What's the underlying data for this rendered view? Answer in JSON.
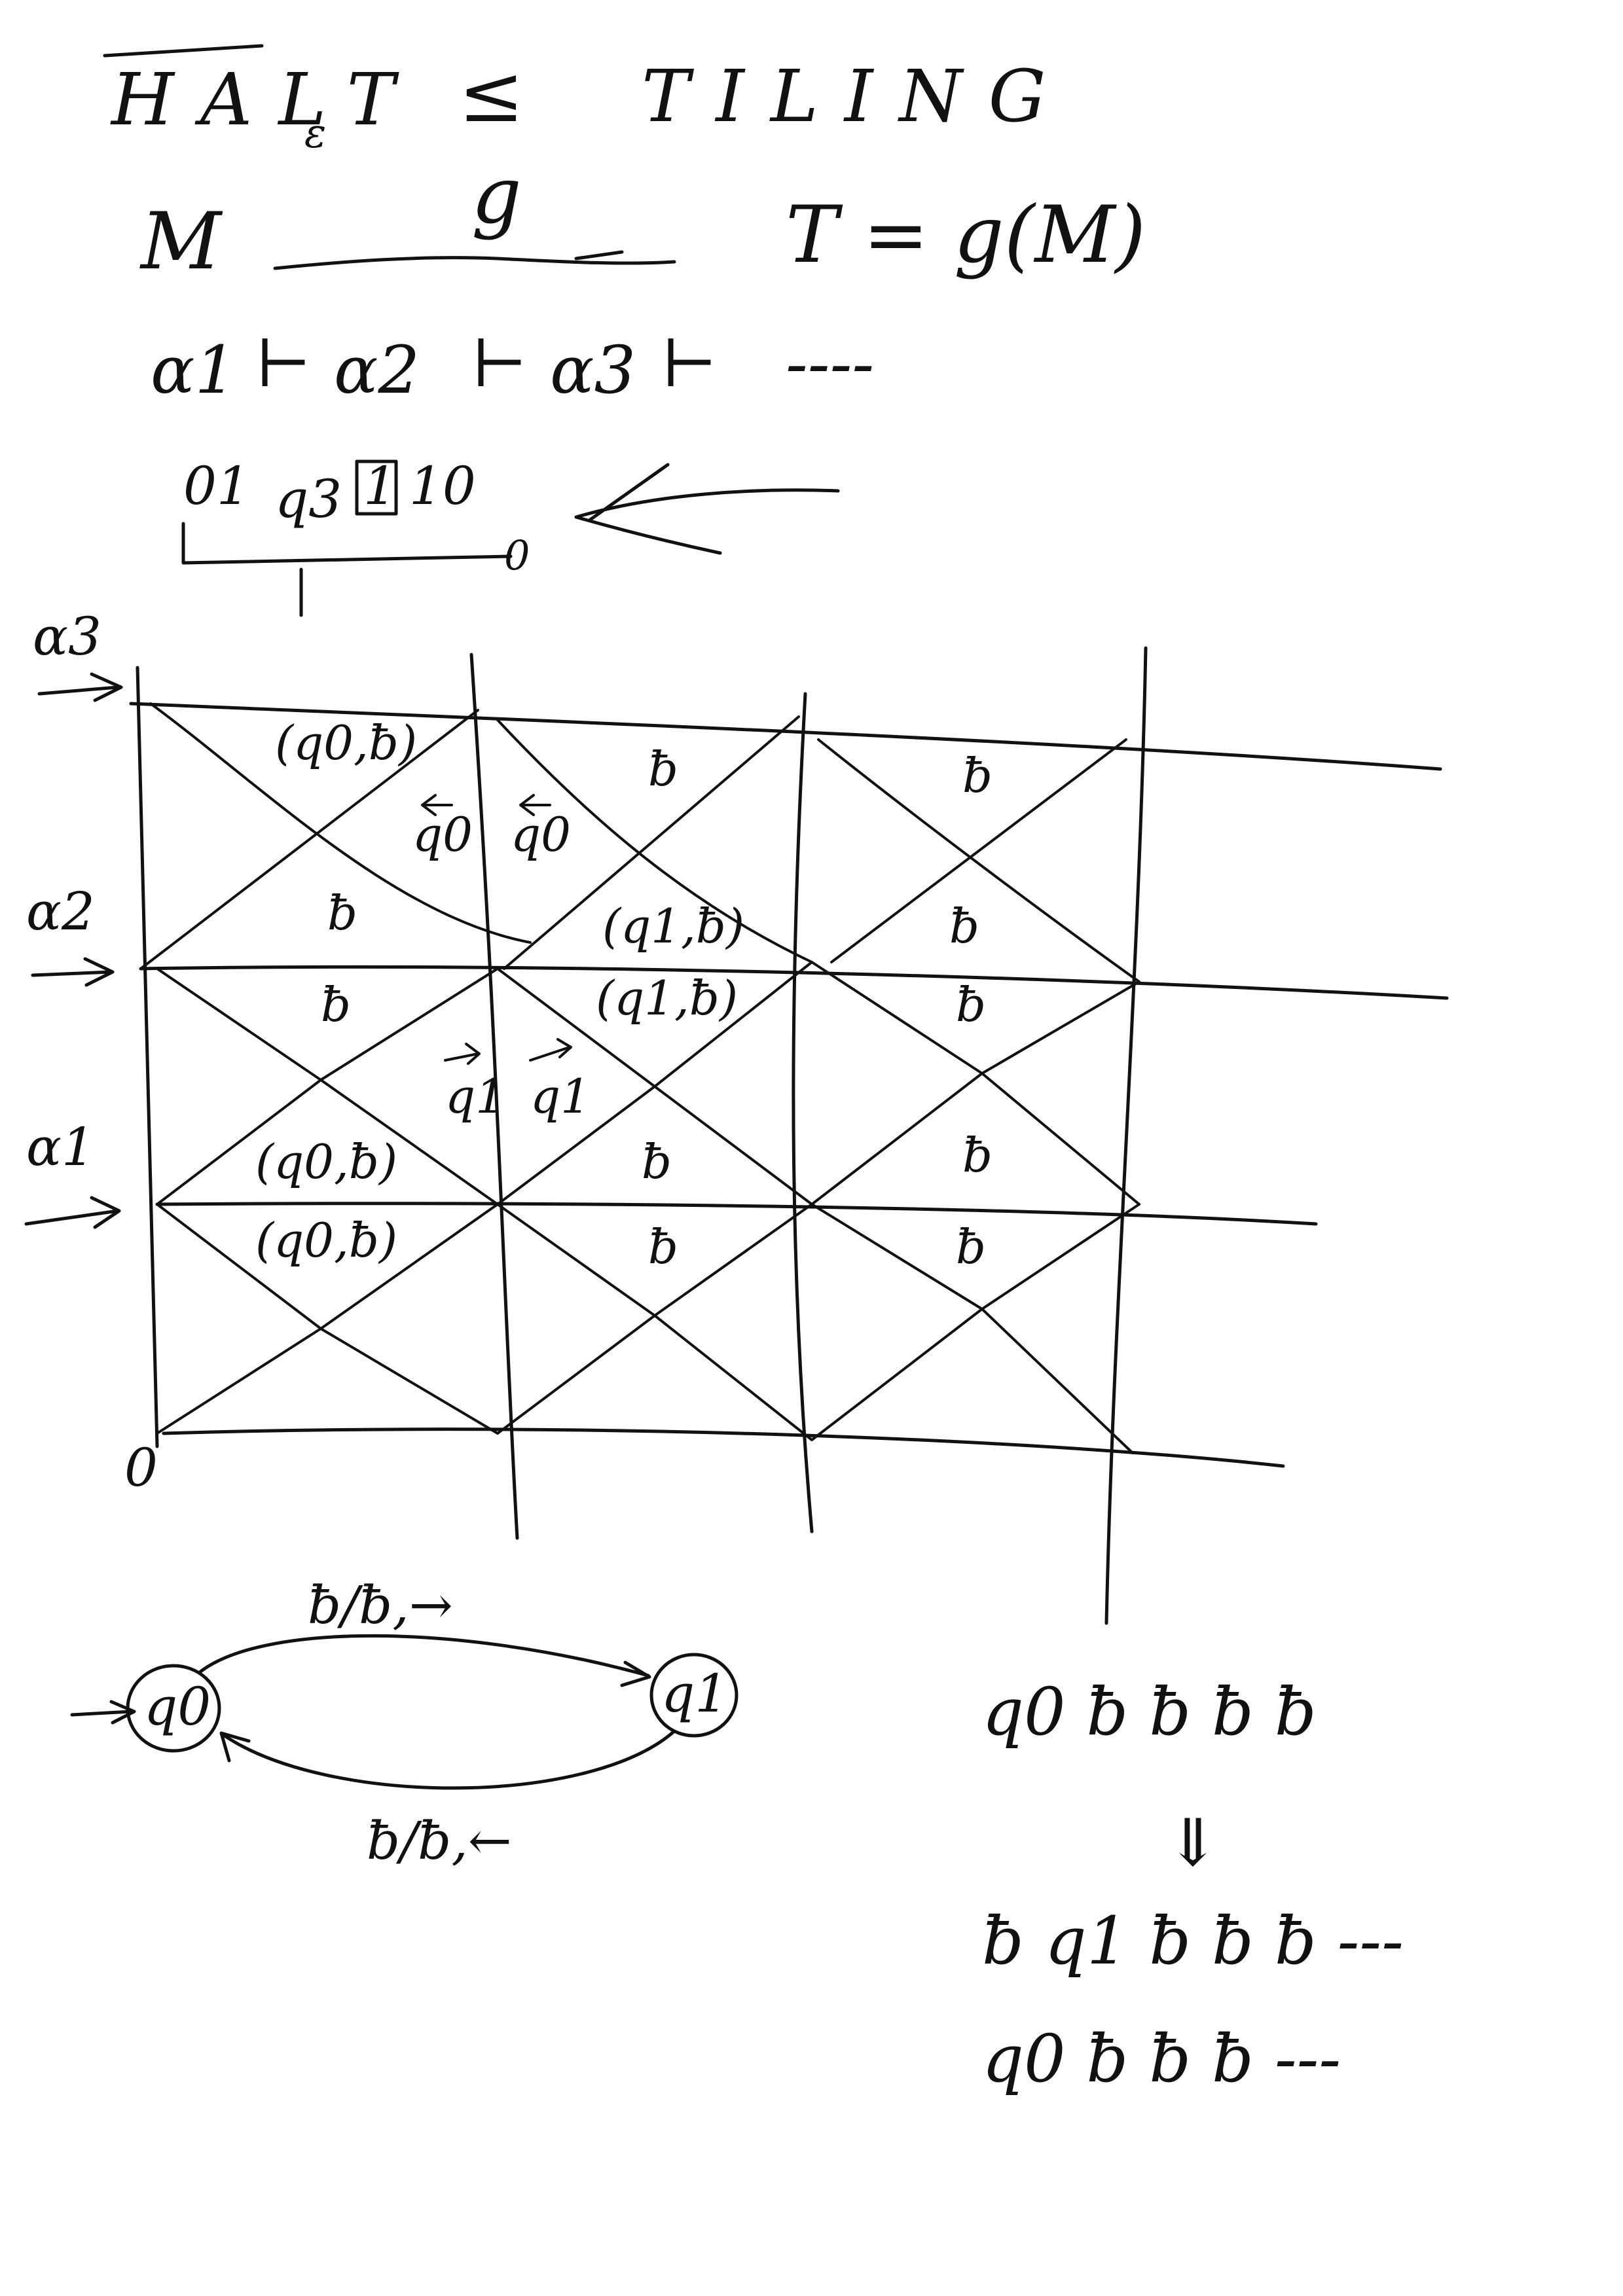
{
  "header": {
    "title_left": "HALT",
    "title_subscript": "ε",
    "reduction_symbol": "≤",
    "title_right": "TILING",
    "machine": "M",
    "map": "g",
    "tiling_eq": "T = g(M)",
    "configs": [
      "α1",
      "α2",
      "α3"
    ],
    "yields": "⊢",
    "ellipsis": "----",
    "config_tape_left": "01",
    "config_state": "q3",
    "config_boxed": "1",
    "config_tape_right": "10",
    "config_tail": "0"
  },
  "grid": {
    "row_labels": [
      "α3",
      "α2",
      "α1"
    ],
    "origin": "0",
    "tiles": {
      "r3_c1_top": "(q0,ƀ)",
      "r3_left_arrow_a": "q0",
      "r3_left_arrow_b": "q0",
      "r3_c1_bottom": "ƀ",
      "r3_c2_top": "ƀ",
      "r3_c2_bottom": "(q1,ƀ)",
      "r3_c3_top": "ƀ",
      "r3_c3_bottom": "ƀ",
      "r2_c1_top": "ƀ",
      "r2_right_arrow_a": "q1",
      "r2_right_arrow_b": "q1",
      "r2_c1_bottom": "(q0,ƀ)",
      "r2_c2_top": "(q1,ƀ)",
      "r2_c2_bottom": "ƀ",
      "r2_c3_top": "ƀ",
      "r2_c3_bottom": "ƀ",
      "r1_c1_top": "(q0,ƀ)",
      "r1_c2_top": "ƀ",
      "r1_c3_top": "ƀ"
    }
  },
  "automaton": {
    "state_start": "q0",
    "state_other": "q1",
    "edge_top_label": "ƀ/ƀ,→",
    "edge_bottom_label": "ƀ/ƀ,←"
  },
  "trace": {
    "line1": "q0 ƀ ƀ ƀ ƀ",
    "down_arrow": "⇓",
    "line2": "ƀ q1 ƀ ƀ ƀ ---",
    "line3": "q0 ƀ ƀ ƀ ---"
  }
}
